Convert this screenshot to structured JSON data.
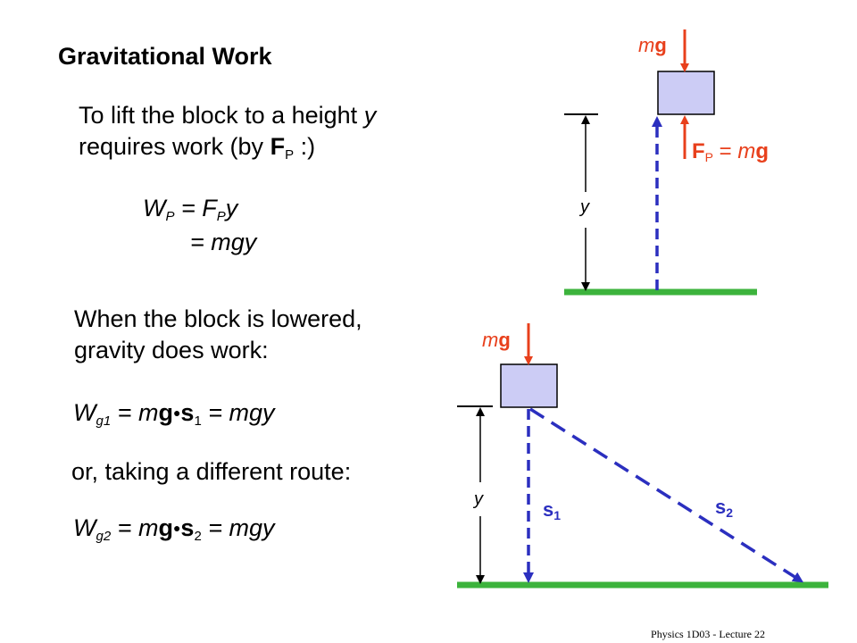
{
  "title": "Gravitational Work",
  "lift": {
    "line1_pre": "To lift the block to a height ",
    "line1_var": "y",
    "line2_pre": "requires work (by ",
    "line2_bold": "F",
    "line2_sub": "P",
    "line2_post": " :)"
  },
  "eq_lift": {
    "w": "W",
    "w_sub": "P",
    "mid": " = F",
    "f_sub": "P",
    "tail": "y",
    "line2": "= mgy"
  },
  "lower": {
    "line1": "When the block is lowered,",
    "line2": "gravity does work:"
  },
  "eq_g1": {
    "w": "W",
    "sub": "g1",
    "a": " = m",
    "g": "g",
    "s": "s",
    "s_sub": "1",
    "b": " = mgy"
  },
  "route": "or, taking a different route:",
  "eq_g2": {
    "w": "W",
    "sub": "g2",
    "a": " = m",
    "g": "g",
    "s": "s",
    "s_sub": "2",
    "b": " = mgy"
  },
  "diagram_top": {
    "mg_m": "m",
    "mg_g": "g",
    "fp_f": "F",
    "fp_sub": "P",
    "fp_eq": " = ",
    "fp_m": "m",
    "fp_g": "g",
    "y": "y"
  },
  "diagram_bottom": {
    "mg_m": "m",
    "mg_g": "g",
    "y": "y",
    "s1": "s",
    "s1_sub": "1",
    "s2": "s",
    "s2_sub": "2"
  },
  "footer": "Physics 1D03 - Lecture 22",
  "colors": {
    "ground": "#3cb33c",
    "force": "#e8401c",
    "path": "#2b2fbf",
    "block": "#ccccf5"
  }
}
